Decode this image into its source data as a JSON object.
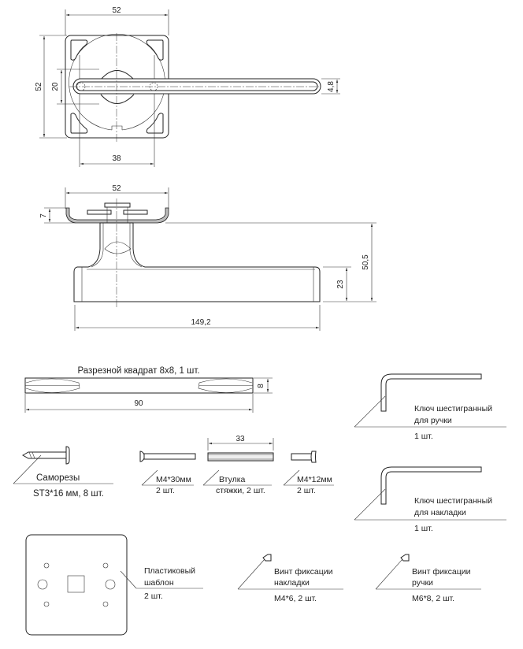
{
  "drawing": {
    "top_view": {
      "width_label": "52",
      "height_label": "52",
      "inner_label": "20",
      "base_label": "38",
      "thickness_label": "4,8"
    },
    "side_view": {
      "width_label": "52",
      "rose_height_label": "7",
      "total_height_label": "50,5",
      "lever_height_label": "23",
      "length_label": "149,2"
    },
    "parts": {
      "spindle": {
        "title": "Разрезной квадрат 8х8, 1 шт.",
        "height_label": "8",
        "length_label": "90"
      },
      "hex_key_handle": {
        "line1": "Ключ шестигранный",
        "line2": "для ручки",
        "qty": "1 шт."
      },
      "screws": {
        "name": "Саморезы",
        "spec": "ST3*16 мм, 8 шт."
      },
      "bolt_30": {
        "name": "М4*30мм",
        "qty": "2 шт."
      },
      "sleeve": {
        "length_label": "33",
        "name": "Втулка",
        "spec": "стяжки, 2 шт."
      },
      "bolt_12": {
        "name": "М4*12мм",
        "qty": "2 шт."
      },
      "hex_key_rose": {
        "line1": "Ключ шестигранный",
        "line2": "для накладки",
        "qty": "1 шт."
      },
      "template": {
        "line1": "Пластиковый",
        "line2": "шаблон",
        "qty": "2 шт."
      },
      "set_screw_rose": {
        "line1": "Винт фиксации",
        "line2": "накладки",
        "spec": "М4*6, 2 шт."
      },
      "set_screw_handle": {
        "line1": "Винт фиксации",
        "line2": "ручки",
        "spec": "М6*8, 2 шт."
      }
    }
  }
}
